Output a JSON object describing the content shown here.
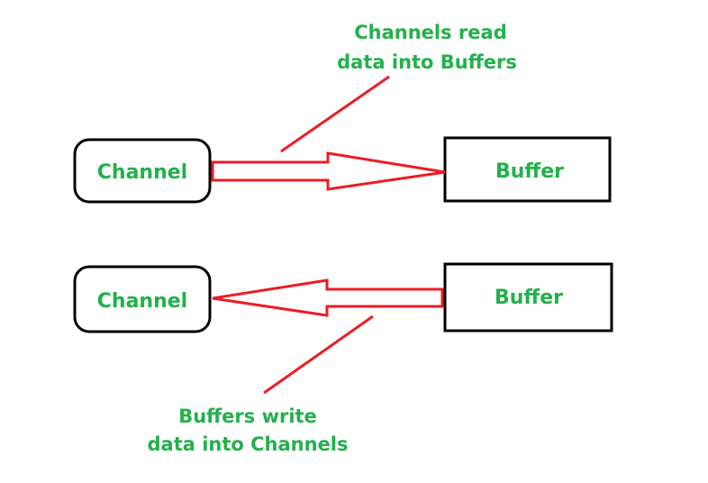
{
  "colors": {
    "text": "#22b14c",
    "arrow": "#ed1c24",
    "stroke": "#000000",
    "background": "#ffffff"
  },
  "top_row": {
    "channel_label": "Channel",
    "buffer_label": "Buffer",
    "note_line1": "Channels read",
    "note_line2": "data into Buffers"
  },
  "bottom_row": {
    "channel_label": "Channel",
    "buffer_label": "Buffer",
    "note_line1": "Buffers write",
    "note_line2": "data into Channels"
  }
}
